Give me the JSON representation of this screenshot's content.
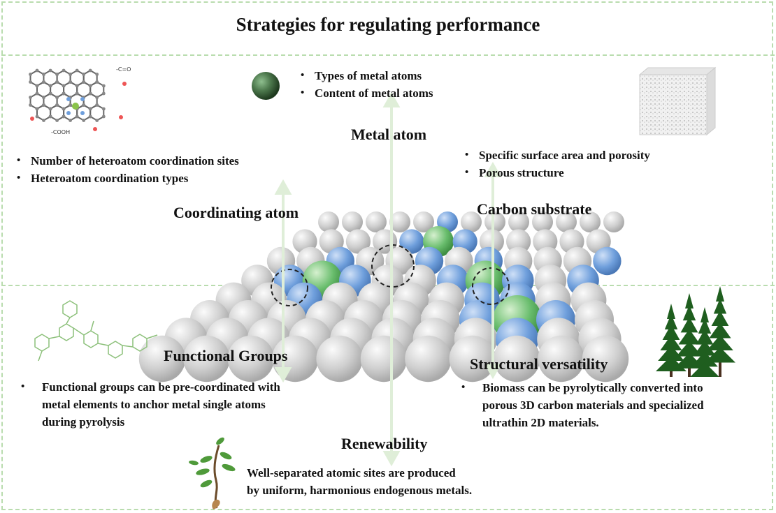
{
  "title": "Strategies for regulating performance",
  "labels": {
    "metal_atom": "Metal atom",
    "coordinating_atom": "Coordinating atom",
    "carbon_substrate": "Carbon substrate",
    "functional_groups": "Functional Groups",
    "structural_versatility": "Structural versatility",
    "renewability": "Renewability"
  },
  "metal_bullets": [
    "Types of metal atoms",
    "Content of metal atoms"
  ],
  "coord_bullets": [
    "Number of heteroatom coordination sites",
    "Heteroatom coordination types"
  ],
  "carbon_bullets": [
    "Specific surface area and porosity",
    "Porous structure"
  ],
  "functional_text": [
    "Functional groups can be pre-coordinated with",
    "metal elements to anchor metal single atoms",
    "during pyrolysis"
  ],
  "structural_text": [
    "Biomass can be pyrolytically converted into",
    "porous 3D carbon materials and specialized",
    "ultrathin 2D materials."
  ],
  "renew_text": [
    "Well-separated atomic sites are produced",
    "by uniform, harmonious endogenous metals."
  ],
  "molecule_labels": {
    "cooh": "-COOH",
    "co": "-C=O"
  },
  "colors": {
    "carbon": "#c9c9c9",
    "nitrogen": "#6f9fdc",
    "metal": "#5cb85c",
    "border": "#b9dcae",
    "arrow": "#dfeed8",
    "tree": "#1f5e1f"
  }
}
